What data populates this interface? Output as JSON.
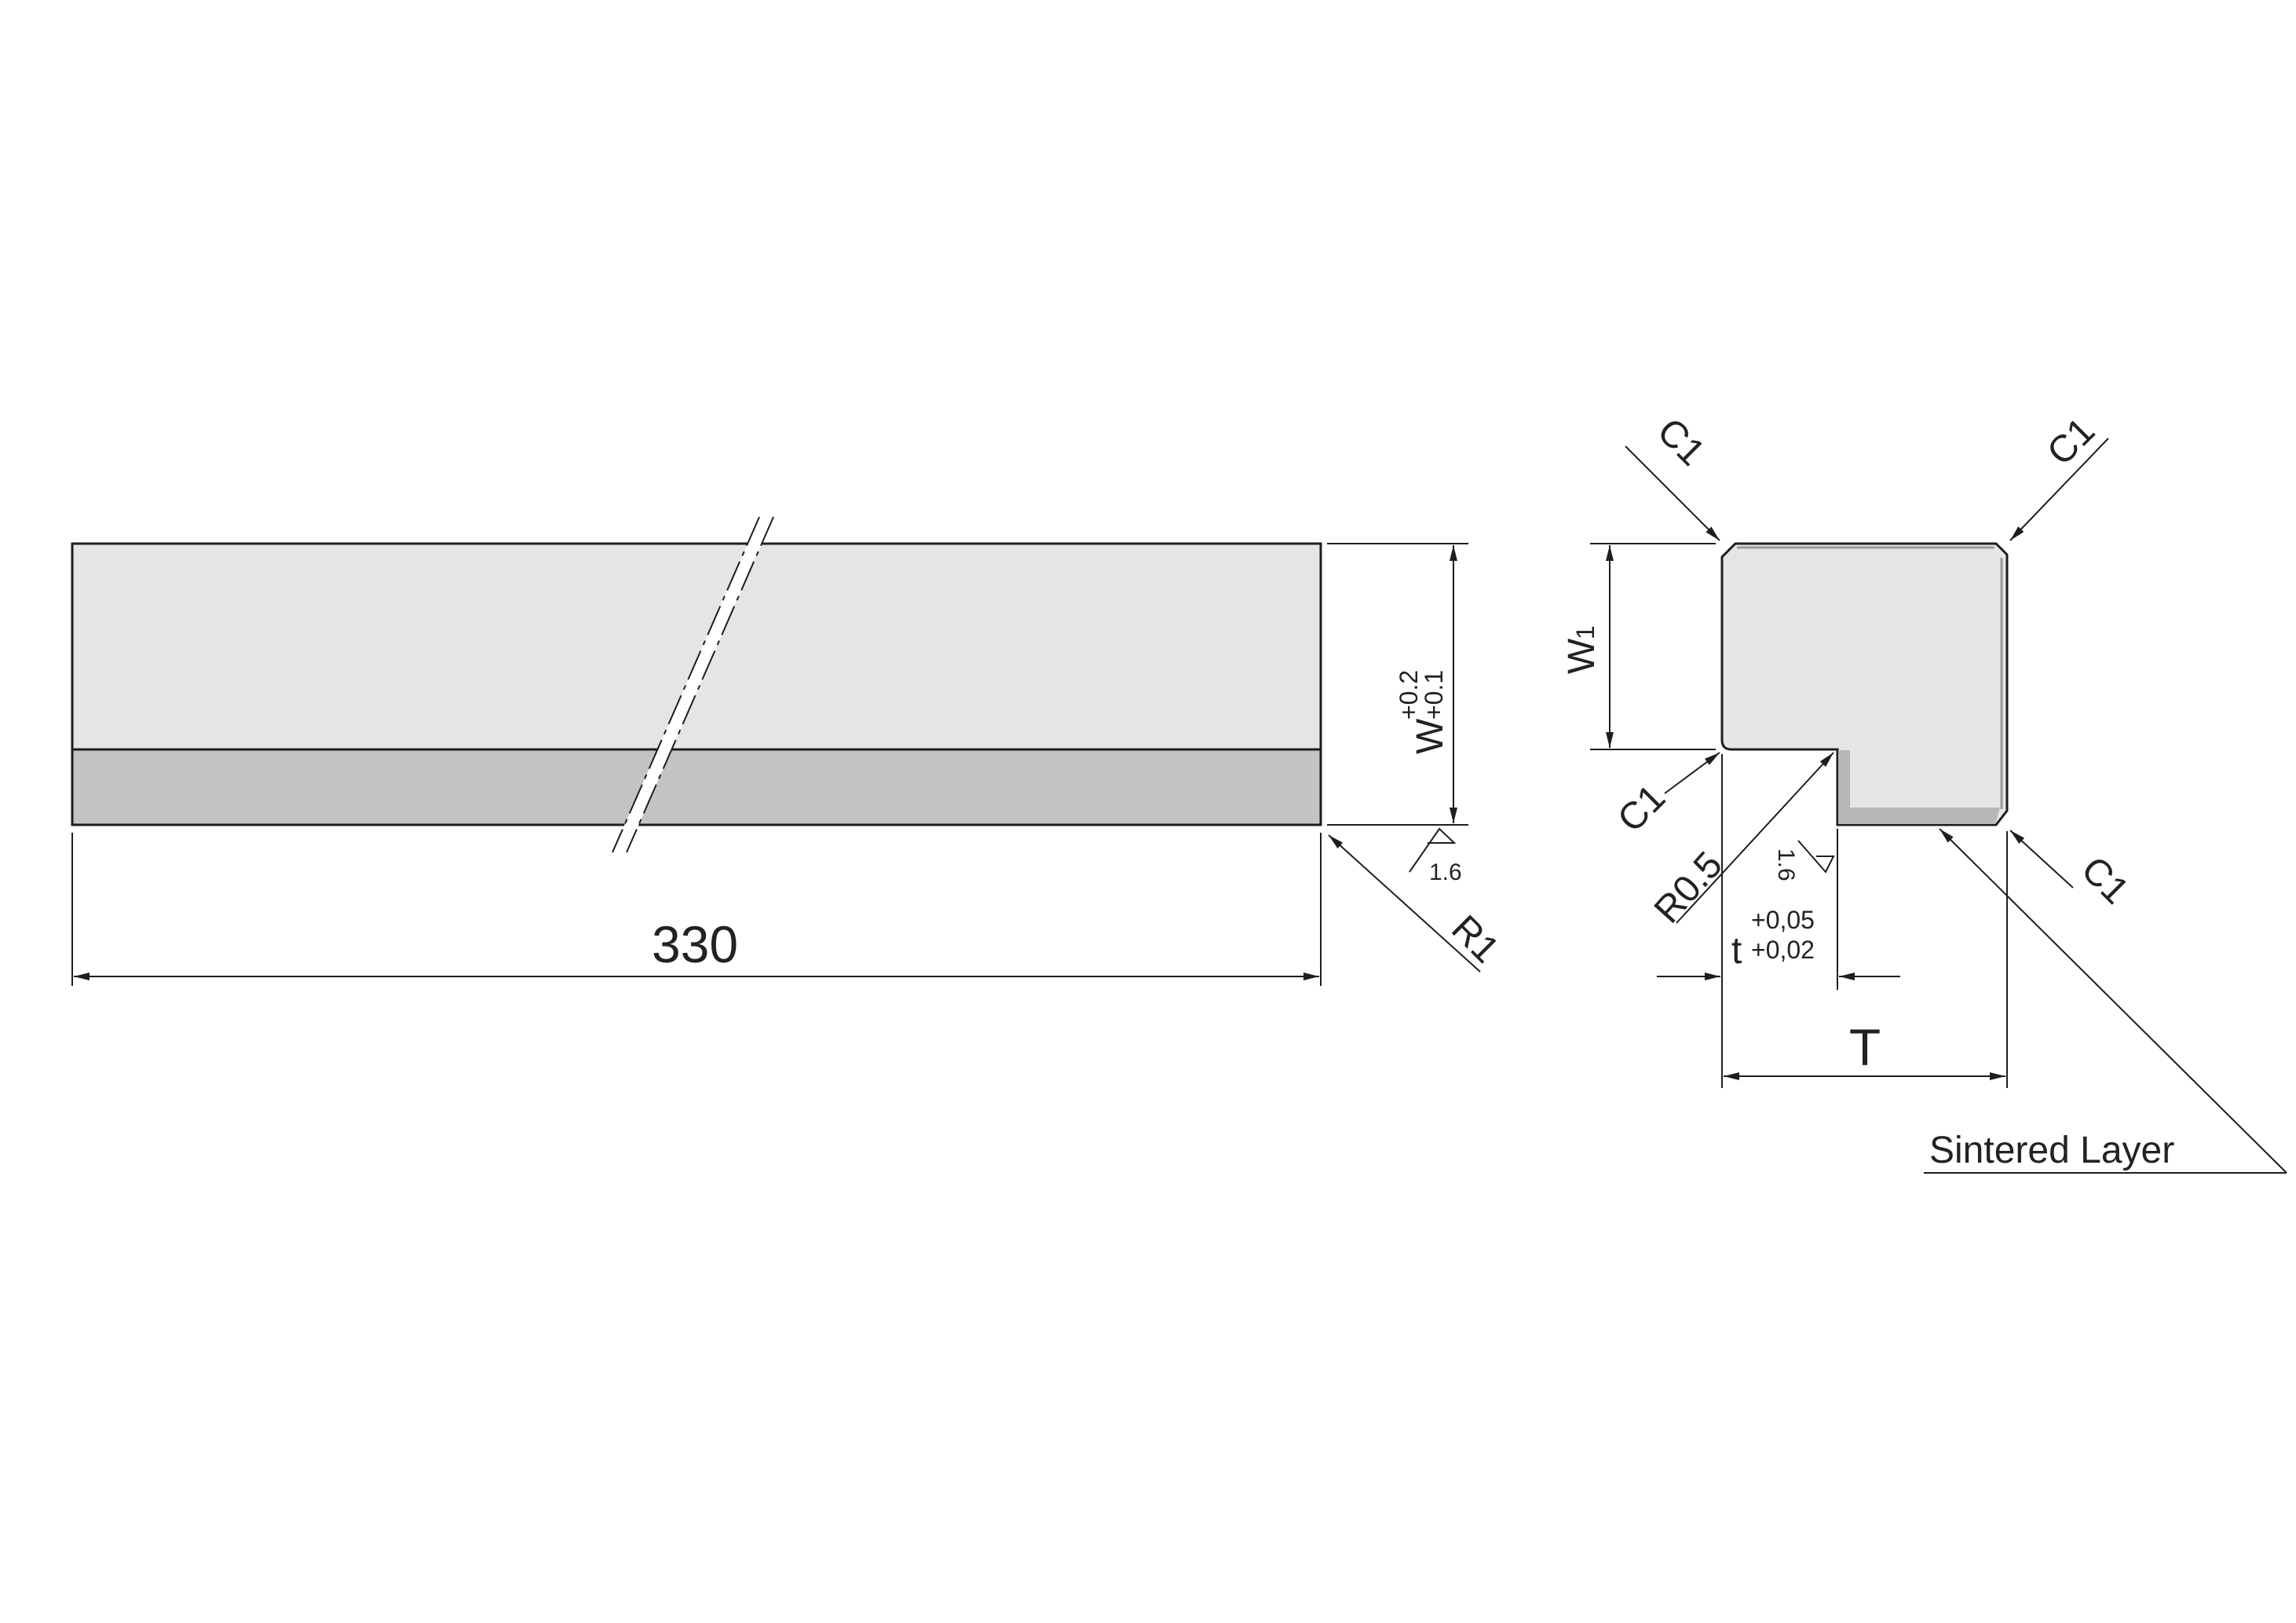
{
  "labels": {
    "length": "330",
    "width_main": "W",
    "width_tol_upper": "+0.2",
    "width_tol_lower": "+0.1",
    "roughness": "1.6",
    "radius_r1": "R1",
    "chamfer": "C1",
    "w1_main": "W",
    "w1_sub": "1",
    "r05": "R0.5",
    "roughness_2": "1.6",
    "t_small_main": "t",
    "t_small_tol_upper": "+0,05",
    "t_small_tol_lower": "+0,02",
    "t_big": "T",
    "sintered_layer": "Sintered Layer"
  },
  "colors": {
    "bar_light": "#e4e5e7",
    "bar_dark": "#c2c3c5",
    "section_fill": "#e4e5e7",
    "sintered_fill": "#b5b6b8",
    "line": "#1e1e1e"
  }
}
